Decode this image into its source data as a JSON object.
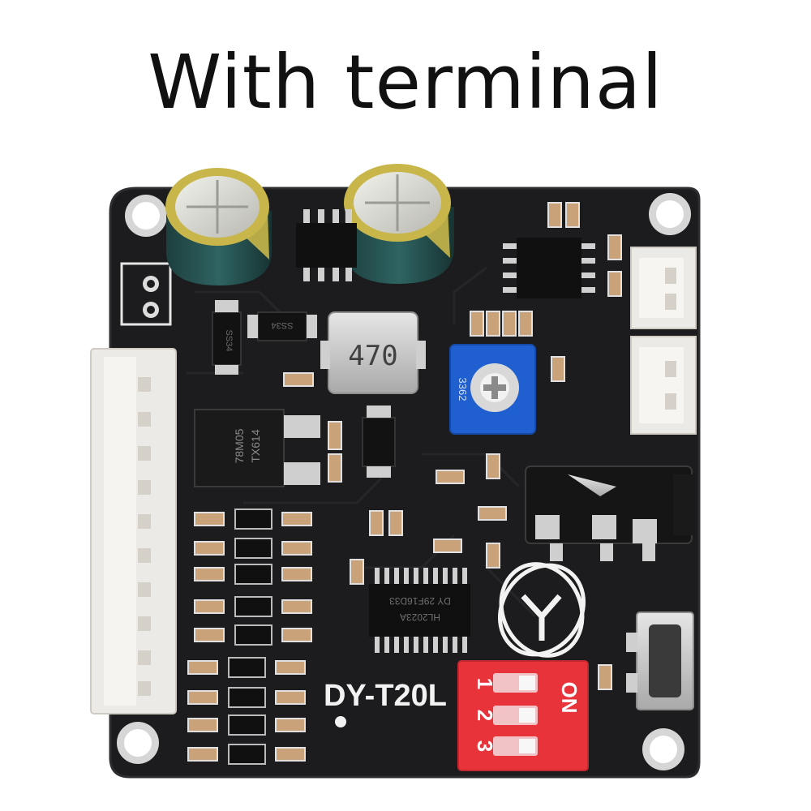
{
  "headline": "With terminal",
  "board": {
    "model_label": "DY-T20L",
    "inductor_label": "470",
    "trimmer_label": "3362",
    "regulator_label": [
      "78M05",
      "TX614"
    ],
    "main_chip_label": [
      "DY 29F16D33",
      "HL2023A"
    ],
    "diode_labels": [
      "SS34",
      "SS34"
    ],
    "dip_switch": {
      "on_label": "ON",
      "positions": [
        "1",
        "2",
        "3"
      ]
    }
  },
  "colors": {
    "pcb": "#1c1c1e",
    "dip_switch": "#e8333b",
    "trimmer": "#1f5fd0",
    "connector": "#eceae6"
  }
}
